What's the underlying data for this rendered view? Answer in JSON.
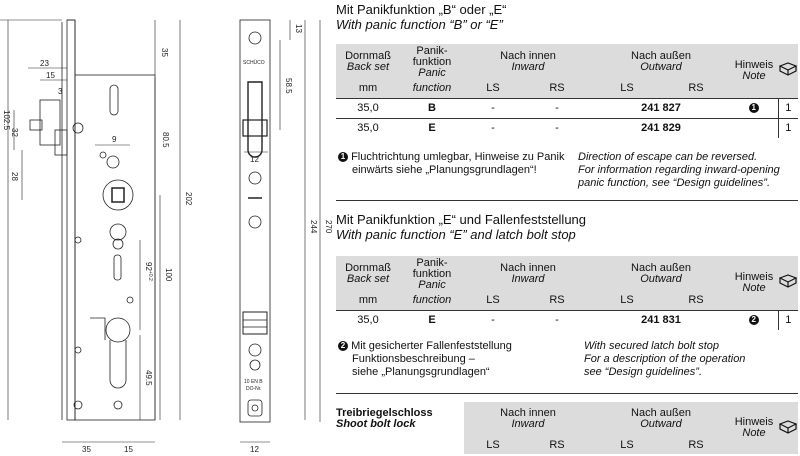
{
  "drawing_dims": {
    "left_35_top": "35",
    "left_23": "23",
    "left_15": "15",
    "left_3": "3",
    "left_102_5": "102.5",
    "left_32": "32",
    "left_28": "28",
    "left_9": "9",
    "left_80_5": "80.5",
    "left_202": "202",
    "left_100": "100",
    "left_92": "92",
    "left_92_tol": "+0.2",
    "left_49_5": "49.5",
    "left_35_bottom": "35",
    "left_15_bottom": "15",
    "front_13": "13",
    "front_58_5": "58.5",
    "front_12_mid": "12",
    "front_244": "244",
    "front_270": "270",
    "front_12_bottom": "12",
    "front_brand": "SCHÜCO",
    "front_label_line1": "10 EN B",
    "front_label_line2": "DO-Nr."
  },
  "section1": {
    "title_de": "Mit Panikfunktion „B“ oder „E“",
    "title_en": "With panic function “B” or “E”",
    "header": {
      "backset_de": "Dornmaß",
      "backset_en": "Back set",
      "panic_de_1": "Panik-",
      "panic_de_2": "funktion",
      "panic_en_1": "Panic",
      "panic_en_2": "function",
      "inward_de": "Nach innen",
      "inward_en": "Inward",
      "outward_de": "Nach außen",
      "outward_en": "Outward",
      "note_de": "Hinweis",
      "note_en": "Note",
      "unit": "mm",
      "ls": "LS",
      "rs": "RS"
    },
    "rows": [
      {
        "backset": "35,0",
        "panic": "B",
        "in_ls": "-",
        "in_rs": "-",
        "out_ls": "241 827",
        "out_rs": "",
        "note": "1",
        "qty": "1"
      },
      {
        "backset": "35,0",
        "panic": "E",
        "in_ls": "-",
        "in_rs": "-",
        "out_ls": "241 829",
        "out_rs": "",
        "note": "",
        "qty": "1"
      }
    ],
    "footnote_num": "1",
    "footnote_de_1": "Fluchtrichtung umlegbar, Hinweise zu Panik",
    "footnote_de_2": "einwärts siehe „Planungsgrundlagen“!",
    "footnote_en_1": "Direction of escape can be reversed.",
    "footnote_en_2": "For information regarding inward-opening",
    "footnote_en_3": "panic function, see “Design guidelines”."
  },
  "section2": {
    "title_de": "Mit Panikfunktion „E“ und Fallenfeststellung",
    "title_en": "With panic function “E” and latch bolt stop",
    "rows": [
      {
        "backset": "35,0",
        "panic": "E",
        "in_ls": "-",
        "in_rs": "-",
        "out_ls": "241 831",
        "out_rs": "",
        "note": "2",
        "qty": "1"
      }
    ],
    "footnote_num": "2",
    "footnote_de_1": "Mit gesicherter Fallenfeststellung",
    "footnote_de_2": "Funktionsbeschreibung –",
    "footnote_de_3": "siehe „Planungsgrundlagen“",
    "footnote_en_1": "With secured latch bolt stop",
    "footnote_en_2": "For a description of the operation",
    "footnote_en_3": "see “Design guidelines”."
  },
  "section3": {
    "title_de": "Treibriegelschloss",
    "title_en": "Shoot bolt lock",
    "inward_de": "Nach innen",
    "inward_en": "Inward",
    "outward_de": "Nach außen",
    "outward_en": "Outward",
    "note_de": "Hinweis",
    "note_en": "Note",
    "ls": "LS",
    "rs": "RS"
  },
  "icon": "book-note-icon"
}
